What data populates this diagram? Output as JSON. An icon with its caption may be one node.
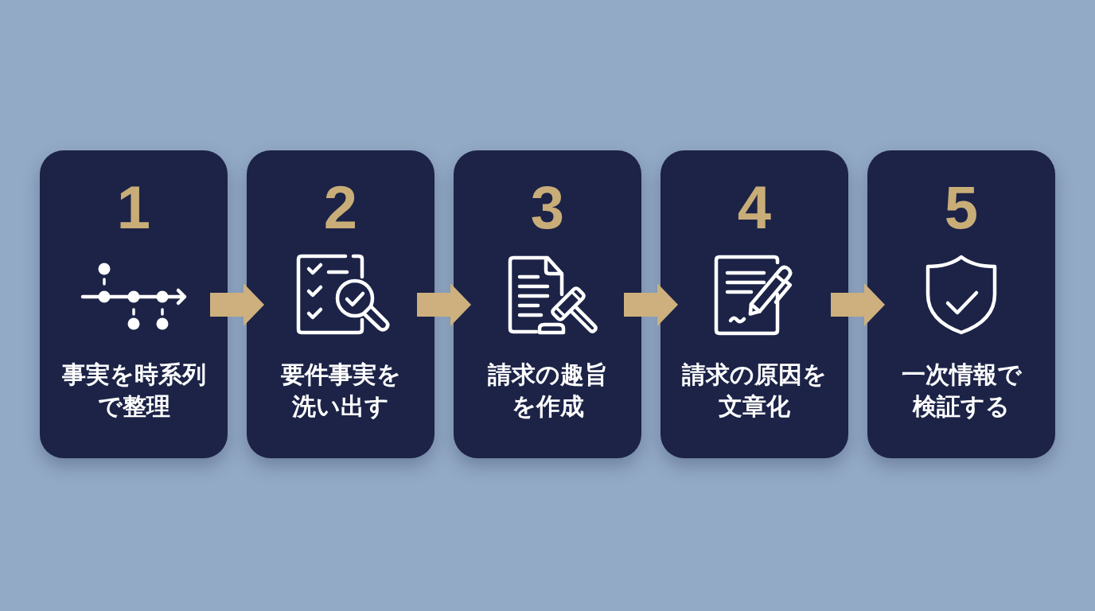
{
  "diagram": {
    "nodes": [
      {
        "text": [
          "1",
          "事実を時系列で整理"
        ]
      },
      {
        "text": [
          "2",
          "要件事実を洗い出す"
        ]
      },
      {
        "text": [
          "3",
          "請求の趣旨を作成"
        ]
      },
      {
        "text": [
          "4",
          "請求の原因を文章化"
        ]
      },
      {
        "text": [
          "5",
          "一次情報で検証する"
        ]
      }
    ],
    "edges": [
      {
        "from": 0,
        "to": 1,
        "arrow": "to"
      },
      {
        "from": 1,
        "to": 2,
        "arrow": "to"
      },
      {
        "from": 2,
        "to": 3,
        "arrow": "to"
      },
      {
        "from": 3,
        "to": 4,
        "arrow": "to"
      }
    ]
  }
}
